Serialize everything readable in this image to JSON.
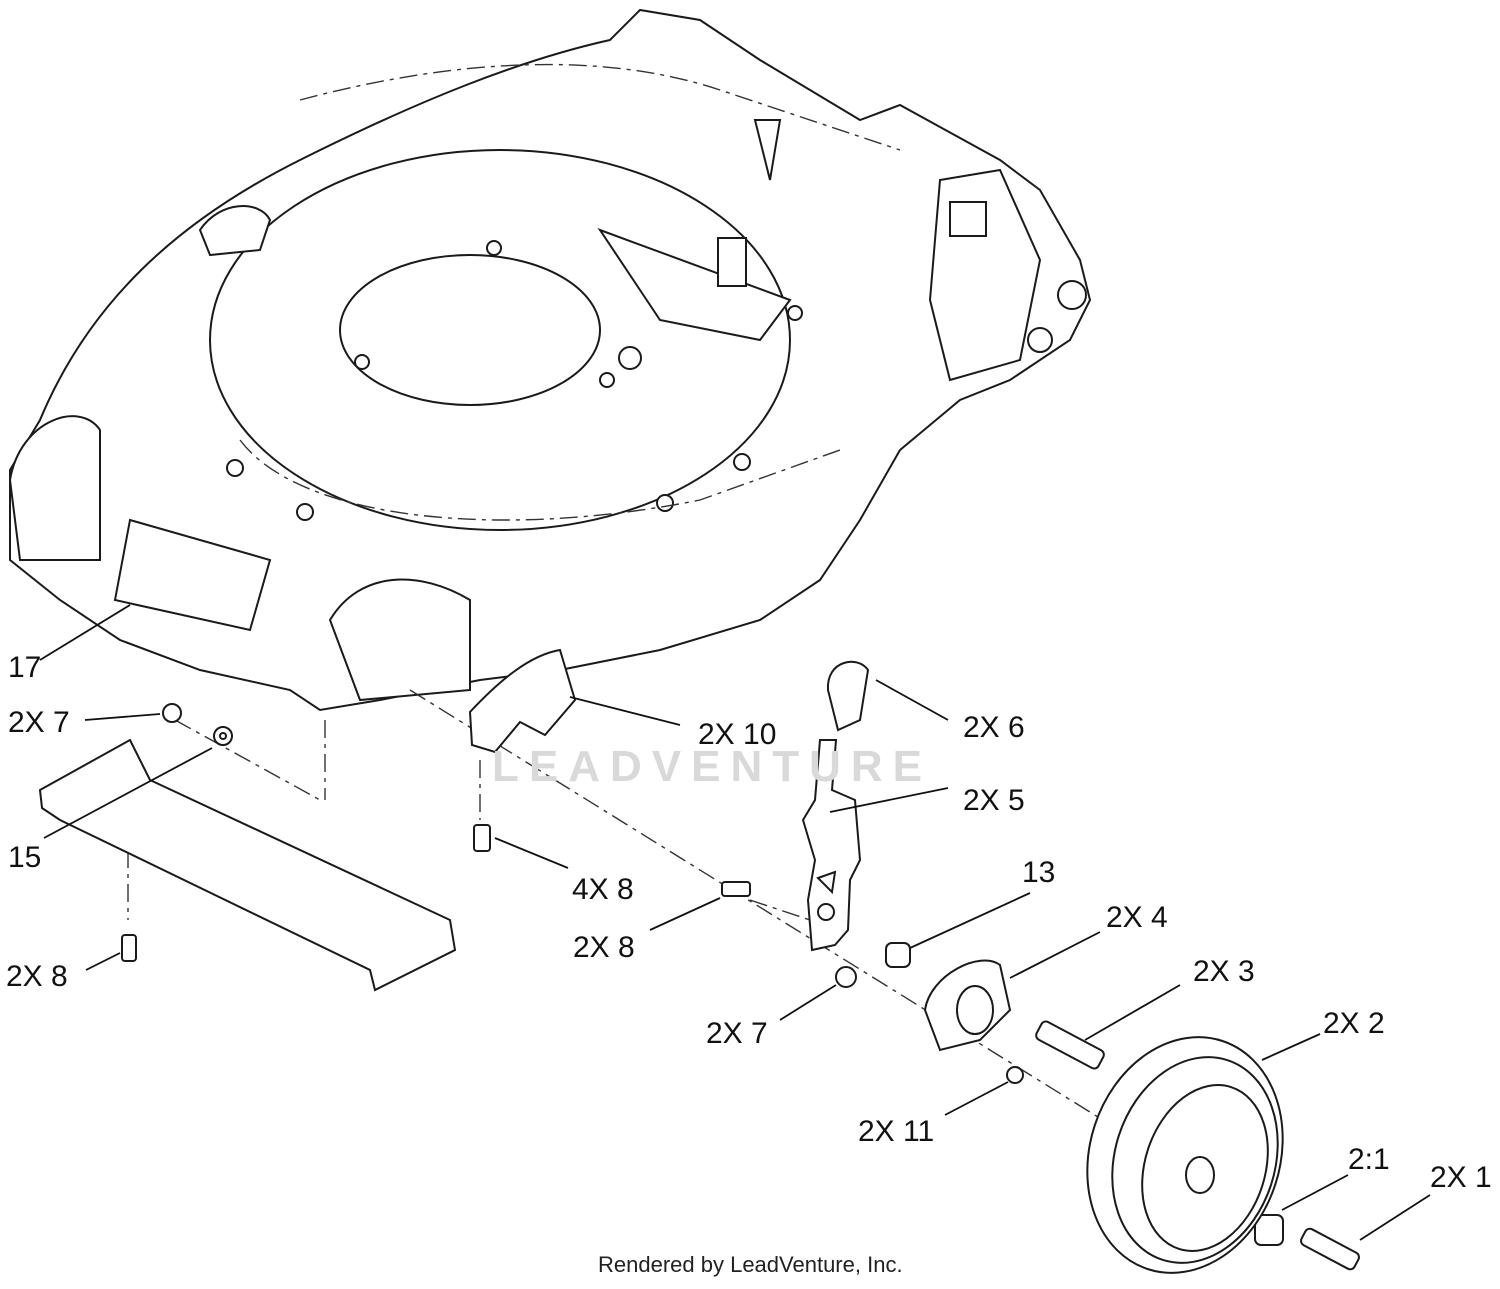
{
  "callouts": [
    {
      "id": "17",
      "text": "17"
    },
    {
      "id": "2x7-left",
      "text": "2X 7"
    },
    {
      "id": "15",
      "text": "15"
    },
    {
      "id": "2x8-left",
      "text": "2X 8"
    },
    {
      "id": "2x10",
      "text": "2X 10"
    },
    {
      "id": "4x8",
      "text": "4X 8"
    },
    {
      "id": "2x6",
      "text": "2X 6"
    },
    {
      "id": "2x5",
      "text": "2X 5"
    },
    {
      "id": "13",
      "text": "13"
    },
    {
      "id": "2x8-mid",
      "text": "2X 8"
    },
    {
      "id": "2x4",
      "text": "2X 4"
    },
    {
      "id": "2x3",
      "text": "2X 3"
    },
    {
      "id": "2x7-mid",
      "text": "2X 7"
    },
    {
      "id": "2x2",
      "text": "2X 2"
    },
    {
      "id": "2x11",
      "text": "2X 11"
    },
    {
      "id": "2-1",
      "text": "2:1"
    },
    {
      "id": "2x1",
      "text": "2X 1"
    }
  ],
  "footer": "Rendered by LeadVenture, Inc.",
  "watermark": "LEADVENTURE"
}
